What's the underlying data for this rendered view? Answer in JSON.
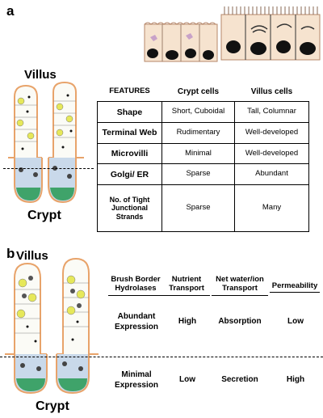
{
  "panel_a": {
    "letter": "a",
    "villus_label": "Villus",
    "crypt_label": "Crypt",
    "table": {
      "headers": [
        "FEATURES",
        "Crypt cells",
        "Villus cells"
      ],
      "rows": [
        {
          "feature": "Shape",
          "crypt": "Short, Cuboidal",
          "villus": "Tall, Columnar"
        },
        {
          "feature": "Terminal Web",
          "crypt": "Rudimentary",
          "villus": "Well-developed"
        },
        {
          "feature": "Microvilli",
          "crypt": "Minimal",
          "villus": "Well-developed"
        },
        {
          "feature": "Golgi/ ER",
          "crypt": "Sparse",
          "villus": "Abundant"
        },
        {
          "feature": "No. of Tight Junctional Strands",
          "crypt": "Sparse",
          "villus": "Many"
        }
      ]
    }
  },
  "panel_b": {
    "letter": "b",
    "villus_label": "Villus",
    "crypt_label": "Crypt",
    "columns": [
      "Brush Border Hydrolases",
      "Nutrient Transport",
      "Net water/ion Transport",
      "Permeability"
    ],
    "villus_row": [
      "Abundant Expression",
      "High",
      "Absorption",
      "Low"
    ],
    "crypt_row": [
      "Minimal Expression",
      "Low",
      "Secretion",
      "High"
    ]
  },
  "colors": {
    "villus_outline": "#e8a36a",
    "goblet_yellow": "#e6e85a",
    "crypt_green": "#3fa36a",
    "crypt_blue": "#c9d9ea",
    "cell_fill": "#f6e3cf"
  }
}
